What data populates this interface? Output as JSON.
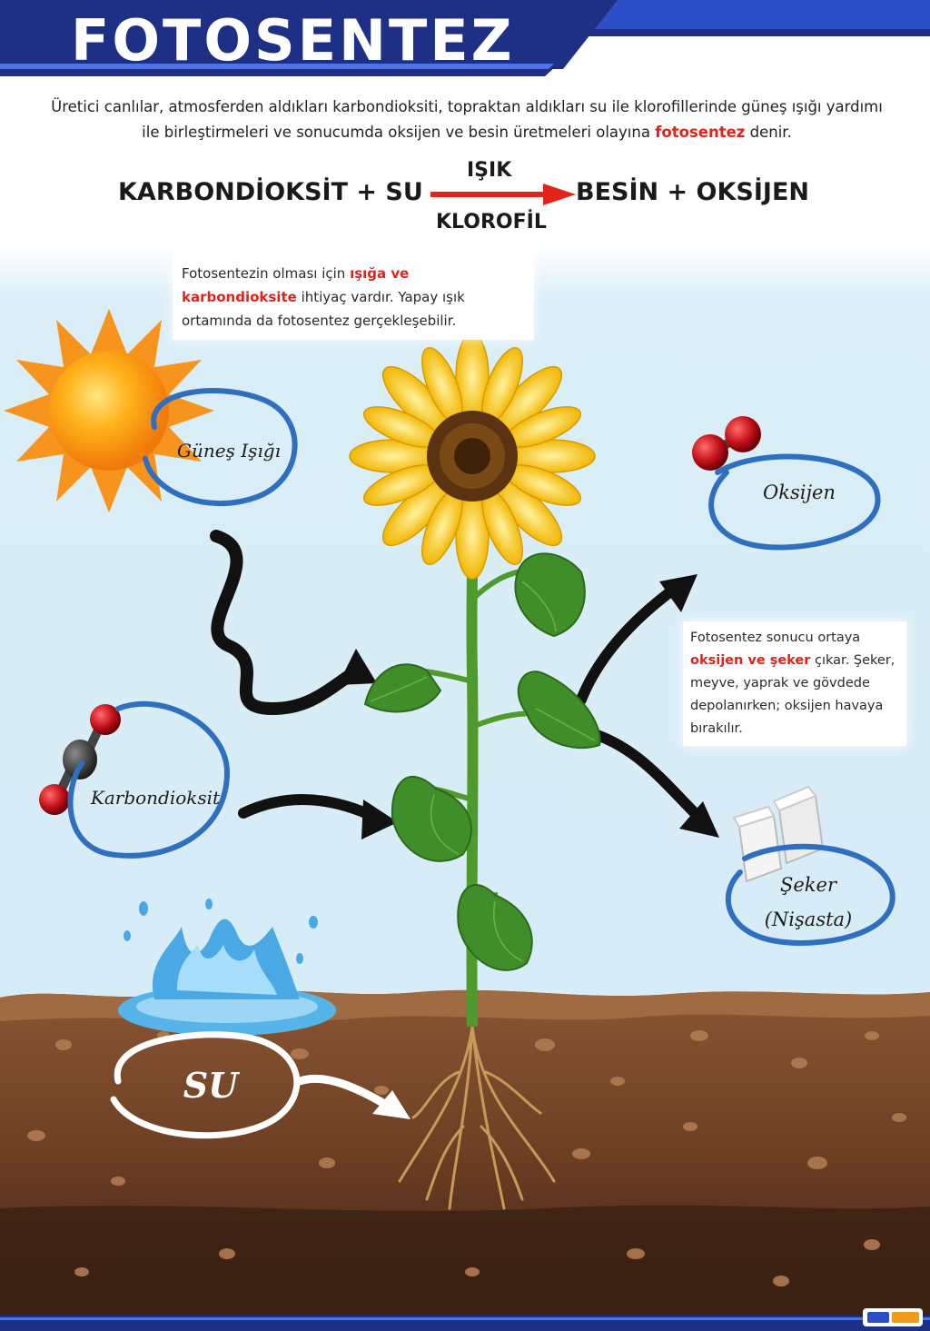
{
  "title": "FOTOSENTEZ",
  "intro": {
    "part1": "Üretici canlılar, atmosferden aldıkları karbondioksiti, topraktan aldıkları su ile klorofillerinde güneş ışığı yardımı ile birleştirmeleri ve sonucumda oksijen ve besin üretmeleri olayına ",
    "highlight": "fotosentez",
    "part2": " denir."
  },
  "equation": {
    "reactants": "KARBONDİOKSİT + SU",
    "condition_top": "IŞIK",
    "condition_bottom": "KLOROFİL",
    "products": "BESİN + OKSİJEN"
  },
  "note_top": {
    "part1": "Fotosentezin olması için ",
    "highlight": "ışığa ve karbondioksite",
    "part2": " ihtiyaç vardır. Yapay ışık ortamında da fotosentez gerçekleşebilir."
  },
  "note_right": {
    "part1": "Fotosentez sonucu ortaya ",
    "highlight": "oksijen ve şeker",
    "part2": " çıkar. Şeker, meyve, yaprak ve gövdede depolanırken; oksijen havaya bırakılır."
  },
  "labels": {
    "sunlight": "Güneş Işığı",
    "oxygen": "Oksijen",
    "carbon_dioxide": "Karbondioksit",
    "sugar": "Şeker",
    "starch": "(Nişasta)",
    "water": "SU"
  },
  "colors": {
    "header_navy": "#1e2f86",
    "header_blue": "#2c4fc8",
    "accent_red": "#e2231a",
    "sky": "#d6ecf6",
    "soil": "#7a4a2c",
    "leaf_green": "#3f8e2a",
    "circle_blue": "#2f6fbf"
  },
  "icons": [
    "sun-icon",
    "oxygen-molecule-icon",
    "carbon-dioxide-molecule-icon",
    "sugar-cubes-icon",
    "water-splash-icon",
    "sunflower-plant"
  ]
}
